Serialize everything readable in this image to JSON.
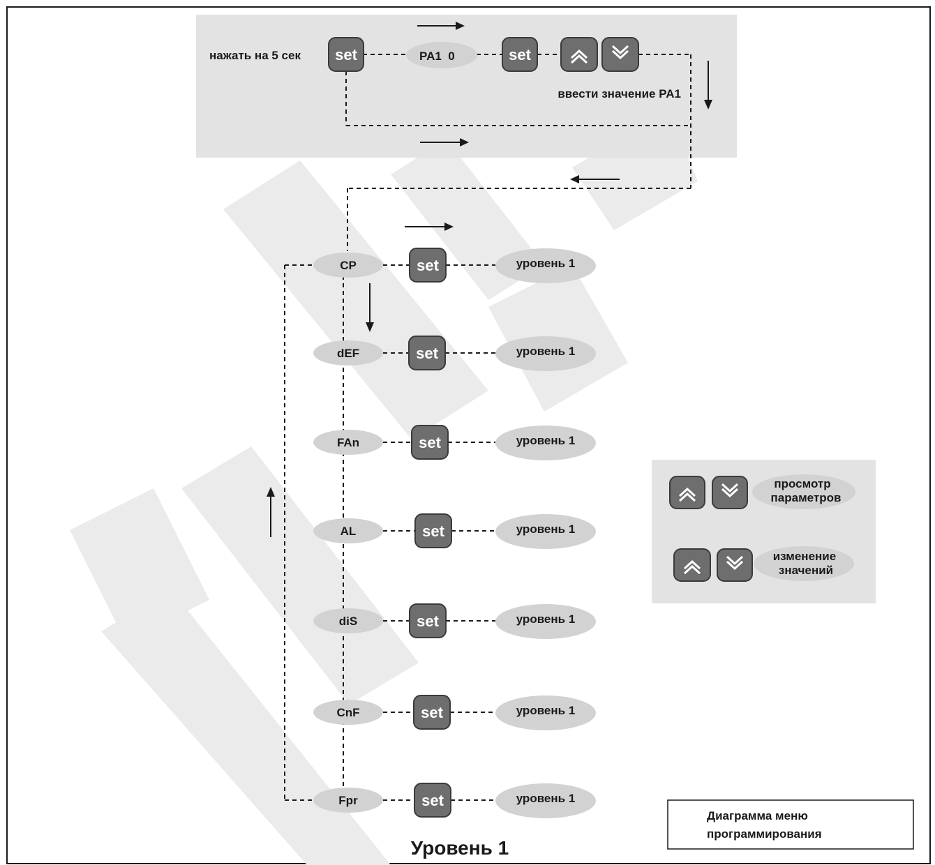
{
  "top": {
    "hold_label": "нажать на 5 сек",
    "pa1_label": "PA1  0",
    "enter_label": "ввести значение PA1"
  },
  "set_label": "set",
  "menu": [
    {
      "code": "CP",
      "level": "уровень 1"
    },
    {
      "code": "dEF",
      "level": "уровень 1"
    },
    {
      "code": "FAn",
      "level": "уровень 1"
    },
    {
      "code": "AL",
      "level": "уровень 1"
    },
    {
      "code": "diS",
      "level": "уровень 1"
    },
    {
      "code": "CnF",
      "level": "уровень 1"
    },
    {
      "code": "Fpr",
      "level": "уровень 1"
    }
  ],
  "legend": {
    "view_line1": "просмотр",
    "view_line2": "параметров",
    "change_line1": "изменение",
    "change_line2": "значений"
  },
  "caption": {
    "line1": "Диаграмма меню",
    "line2": "программирования"
  },
  "title": "Уровень 1",
  "colors": {
    "panel": "#e3e3e3",
    "pill": "#d2d2d2",
    "button": "#6e6e6e",
    "watermark": "#ebebeb"
  }
}
